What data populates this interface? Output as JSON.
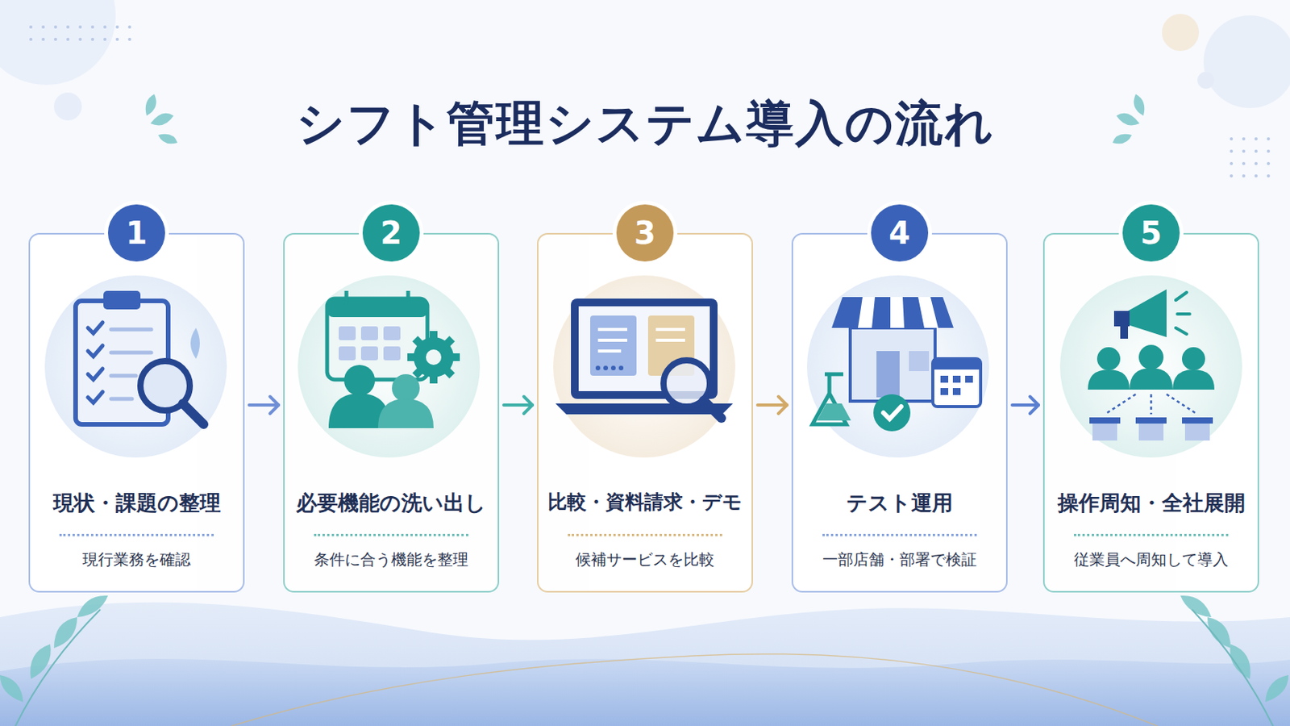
{
  "diagram": {
    "title": "シフト管理システム導入の流れ",
    "nodes": [
      {
        "text": [
          "現状・課題の整理",
          "現行業務を確認"
        ]
      },
      {
        "text": [
          "1"
        ],
        "in": 0
      },
      {
        "text": [
          "必要機能の洗い出し",
          "条件に合う機能を整理"
        ]
      },
      {
        "text": [
          "2"
        ],
        "in": 2
      },
      {
        "text": [
          "比較・資料請求・デモ",
          "候補サービスを比較"
        ]
      },
      {
        "text": [
          "3"
        ],
        "in": 4
      },
      {
        "text": [
          "テスト運用",
          "一部店舗・部署で検証"
        ]
      },
      {
        "text": [
          "4"
        ],
        "in": 6
      },
      {
        "text": [
          "操作周知・全社展開",
          "従業員へ周知して導入"
        ]
      },
      {
        "text": [
          "5"
        ],
        "in": 8
      }
    ],
    "edges": [
      {
        "from": 0,
        "to": 2,
        "arrow": "to"
      },
      {
        "from": 2,
        "to": 4,
        "arrow": "to"
      },
      {
        "from": 4,
        "to": 6,
        "arrow": "to"
      },
      {
        "from": 6,
        "to": 8,
        "arrow": "to"
      }
    ]
  }
}
